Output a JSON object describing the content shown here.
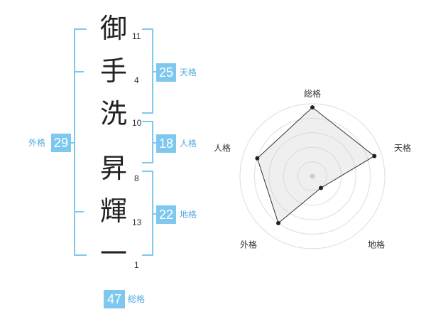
{
  "name": {
    "characters": [
      {
        "char": "御",
        "strokes": "11"
      },
      {
        "char": "手",
        "strokes": "4"
      },
      {
        "char": "洗",
        "strokes": "10"
      },
      {
        "char": "昇",
        "strokes": "8"
      },
      {
        "char": "輝",
        "strokes": "13"
      },
      {
        "char": "一",
        "strokes": "1"
      }
    ]
  },
  "kakusu": {
    "tenkaku": {
      "value": "25",
      "label": "天格"
    },
    "jinkaku": {
      "value": "18",
      "label": "人格"
    },
    "chikaku": {
      "value": "22",
      "label": "地格"
    },
    "gaikaku": {
      "value": "29",
      "label": "外格"
    },
    "soukaku": {
      "value": "47",
      "label": "総格"
    }
  },
  "colors": {
    "accent": "#7ec8f0",
    "accent_text": "#55aadd"
  },
  "chart_data": {
    "type": "radar",
    "axes": [
      "総格",
      "天格",
      "地格",
      "外格",
      "人格"
    ],
    "values": [
      0.95,
      0.9,
      0.2,
      0.8,
      0.8
    ],
    "range": [
      0,
      1
    ],
    "rings": 5
  }
}
